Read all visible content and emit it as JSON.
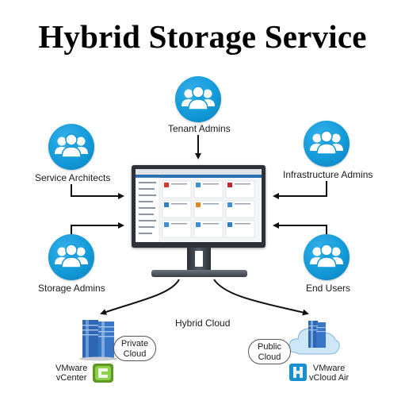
{
  "title": "Hybrid Storage Service",
  "personas": {
    "tenant_admins": "Tenant Admins",
    "service_architects": "Service Architects",
    "infrastructure_admins": "Infrastructure Admins",
    "storage_admins": "Storage Admins",
    "end_users": "End Users"
  },
  "hybrid_cloud": "Hybrid Cloud",
  "private_cloud": {
    "line1": "Private",
    "line2": "Cloud"
  },
  "public_cloud": {
    "line1": "Public",
    "line2": "Cloud"
  },
  "vcenter": {
    "line1": "VMware",
    "line2": "vCenter"
  },
  "vcloud_air": {
    "line1": "VMware",
    "line2": "vCloud Air"
  },
  "colors": {
    "persona_blue": "#139ad8",
    "vcenter_green": "#7cbf2e",
    "vcloud_blue": "#1a8fd0"
  },
  "icons": [
    "people-group-icon",
    "monitor-icon",
    "server-rack-icon",
    "cloud-icon",
    "vcenter-logo",
    "vcloud-air-logo"
  ]
}
